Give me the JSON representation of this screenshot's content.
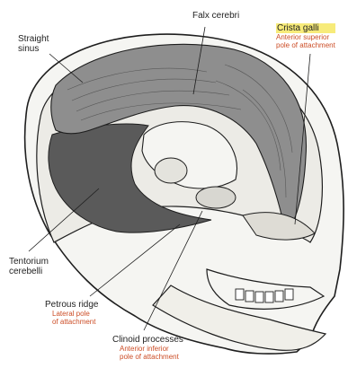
{
  "diagram": {
    "colors": {
      "membrane": "#8e8e8e",
      "membrane_dark": "#5a5a5a",
      "bone": "#f5f5f2",
      "outline": "#1e1e1e",
      "highlight": "#f7eb7a"
    },
    "labels": {
      "falx_cerebri": "Falx cerebri",
      "straight_sinus_line1": "Straight",
      "straight_sinus_line2": "sinus",
      "crista_galli": "Crista galli",
      "crista_sub1": "Anterior superior",
      "crista_sub2": "pole of attachment",
      "tentorium_line1": "Tentorium",
      "tentorium_line2": "cerebelli",
      "petrous_ridge": "Petrous ridge",
      "petrous_sub1": "Lateral pole",
      "petrous_sub2": "of attachment",
      "clinoid_processes": "Clinoid processes",
      "clinoid_sub1": "Anterior inferior",
      "clinoid_sub2": "pole of attachment"
    }
  }
}
